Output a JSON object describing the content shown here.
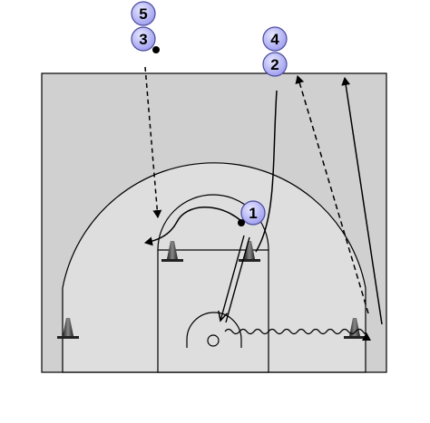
{
  "players": [
    {
      "label": "5"
    },
    {
      "label": "3"
    },
    {
      "label": "4"
    },
    {
      "label": "2"
    },
    {
      "label": "1"
    }
  ],
  "colors": {
    "court_outer": "#d0d0d0",
    "court_arc_area": "#dedede",
    "lines": "#000000",
    "player_fill": "#b9b9f5",
    "player_stroke": "#4a4aa0",
    "cone": "#444444"
  },
  "icons": [
    "cone-icon",
    "ball-icon",
    "player-circle-icon"
  ]
}
